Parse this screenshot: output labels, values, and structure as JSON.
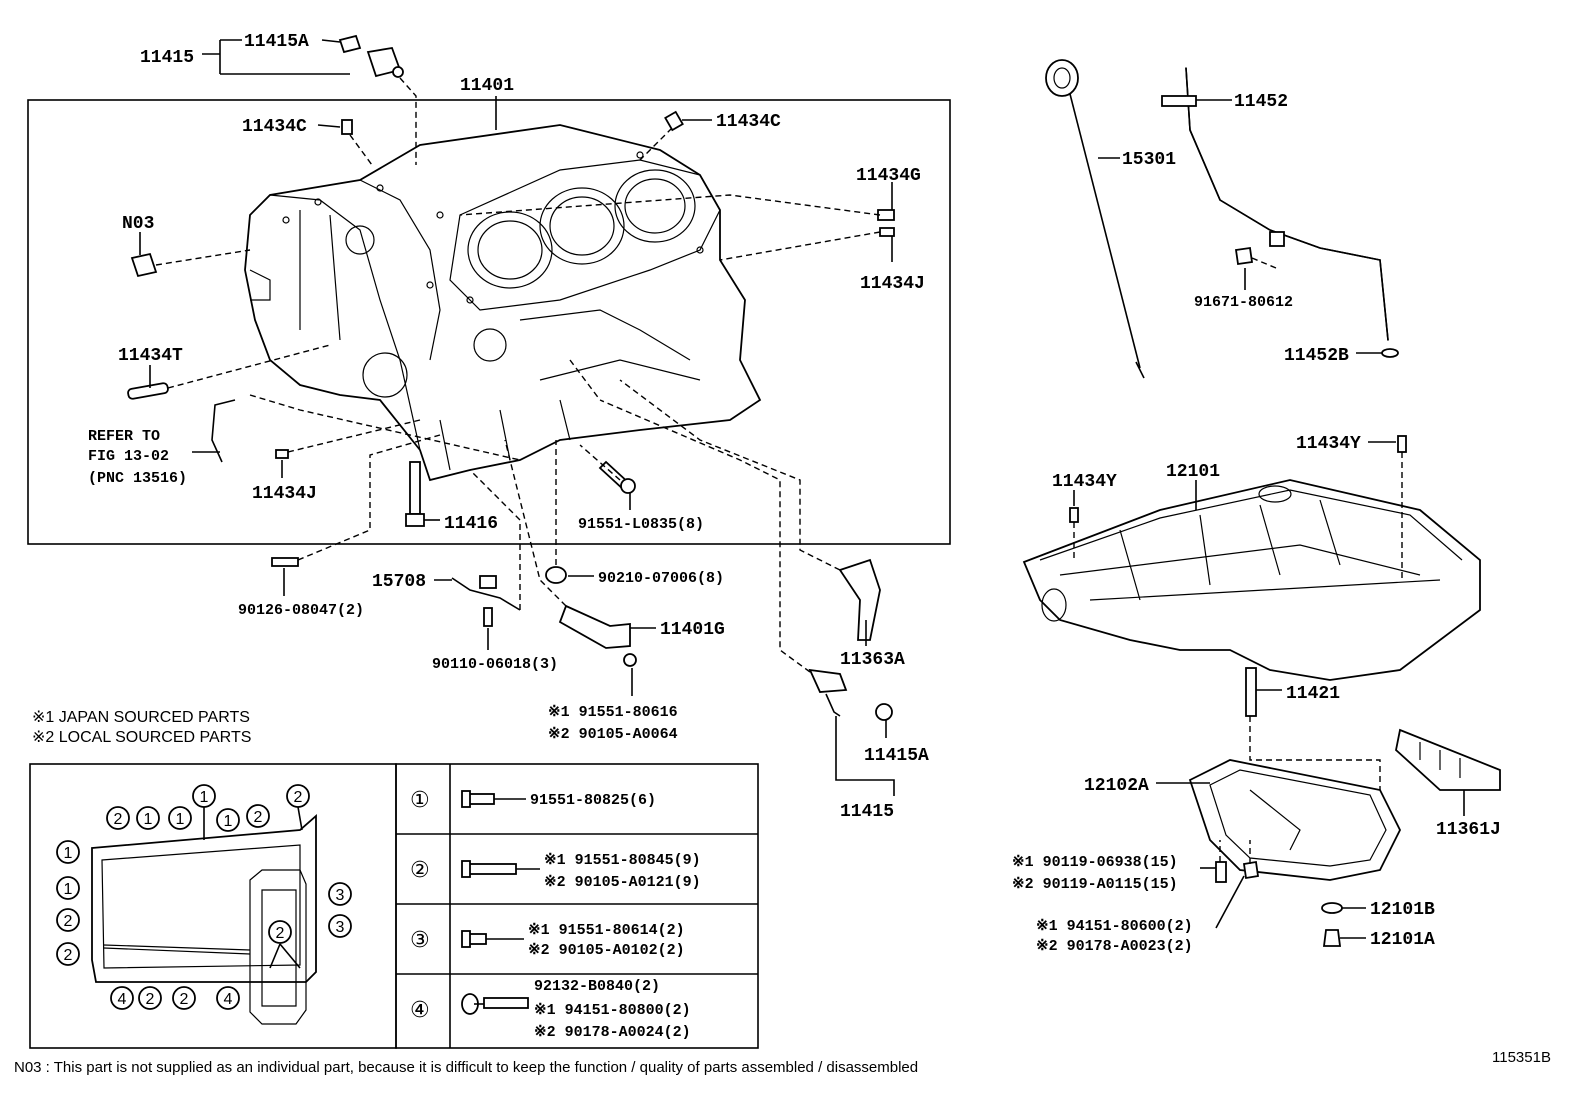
{
  "labels": {
    "p11415_top": "11415",
    "p11415A_top": "11415A",
    "p11401": "11401",
    "p11434C_left": "11434C",
    "p11434C_right": "11434C",
    "p11434G": "11434G",
    "p11434J_right": "11434J",
    "pN03": "N03",
    "p11434T": "11434T",
    "refer1": "REFER TO",
    "refer2": "FIG 13-02",
    "refer3": "(PNC 13516)",
    "p11434J_left": "11434J",
    "p11416": "11416",
    "p91551L0835": "91551-L0835(8)",
    "p90126": "90126-08047(2)",
    "p15708": "15708",
    "p90210": "90210-07006(8)",
    "p11401G": "11401G",
    "p90110": "90110-06018(3)",
    "p91551_80616": "※1 91551-80616",
    "p90105_A0064": "※2 90105-A0064",
    "p11363A": "11363A",
    "p11415A_bottom": "11415A",
    "p11415_bottom": "11415",
    "p15301": "15301",
    "p11452": "11452",
    "p91671": "91671-80612",
    "p11452B": "11452B",
    "p11434Y_right": "11434Y",
    "p11434Y_left": "11434Y",
    "p12101": "12101",
    "p11421": "11421",
    "p12102A": "12102A",
    "p11361J": "11361J",
    "p90119_06938": "※1 90119-06938(15)",
    "p90119_A0115": "※2 90119-A0115(15)",
    "p94151_80600": "※1 94151-80600(2)",
    "p90178_A0023": "※2 90178-A0023(2)",
    "p12101B": "12101B",
    "p12101A": "12101A"
  },
  "notes": {
    "japan": "※1 JAPAN SOURCED PARTS",
    "local": "※2 LOCAL SOURCED PARTS"
  },
  "legend_table": {
    "rows": [
      {
        "marker": "①",
        "lines": [
          "91551-80825(6)"
        ]
      },
      {
        "marker": "②",
        "lines": [
          "※1 91551-80845(9)",
          "※2 90105-A0121(9)"
        ]
      },
      {
        "marker": "③",
        "lines": [
          "※1 91551-80614(2)",
          "※2 90105-A0102(2)"
        ]
      },
      {
        "marker": "④",
        "lines": [
          "92132-B0840(2)",
          "※1 94151-80800(2)",
          "※2 90178-A0024(2)"
        ]
      }
    ]
  },
  "bolt_map": {
    "top_row": [
      "2",
      "1",
      "1",
      "1",
      "1",
      "2",
      "2"
    ],
    "left_col": [
      "1",
      "1",
      "2",
      "2"
    ],
    "right_col": [
      "3",
      "3"
    ],
    "bottom_row": [
      "4",
      "2",
      "2",
      "4"
    ],
    "center": "2"
  },
  "footer": {
    "n03_note": "N03 : This part is not supplied as an individual part, because it is difficult to keep the function / quality of parts  assembled / disassembled",
    "figure_id": "115351B"
  }
}
